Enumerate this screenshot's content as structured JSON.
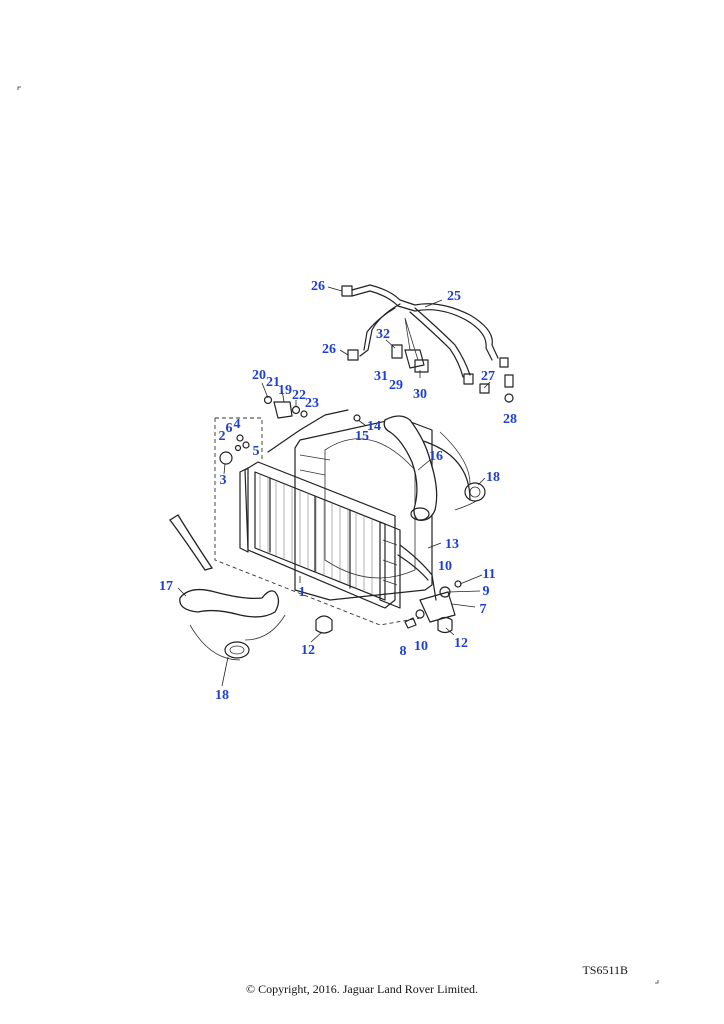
{
  "callouts": [
    "26",
    "25",
    "32",
    "26",
    "31",
    "29",
    "30",
    "27",
    "28",
    "20",
    "21",
    "19",
    "22",
    "23",
    "4",
    "6",
    "2",
    "5",
    "14",
    "15",
    "16",
    "18",
    "3",
    "13",
    "10",
    "11",
    "9",
    "17",
    "1",
    "7",
    "12",
    "8",
    "10",
    "12",
    "18"
  ],
  "figure_code": "TS6511B",
  "copyright": "© Copyright, 2016. Jaguar Land Rover Limited."
}
